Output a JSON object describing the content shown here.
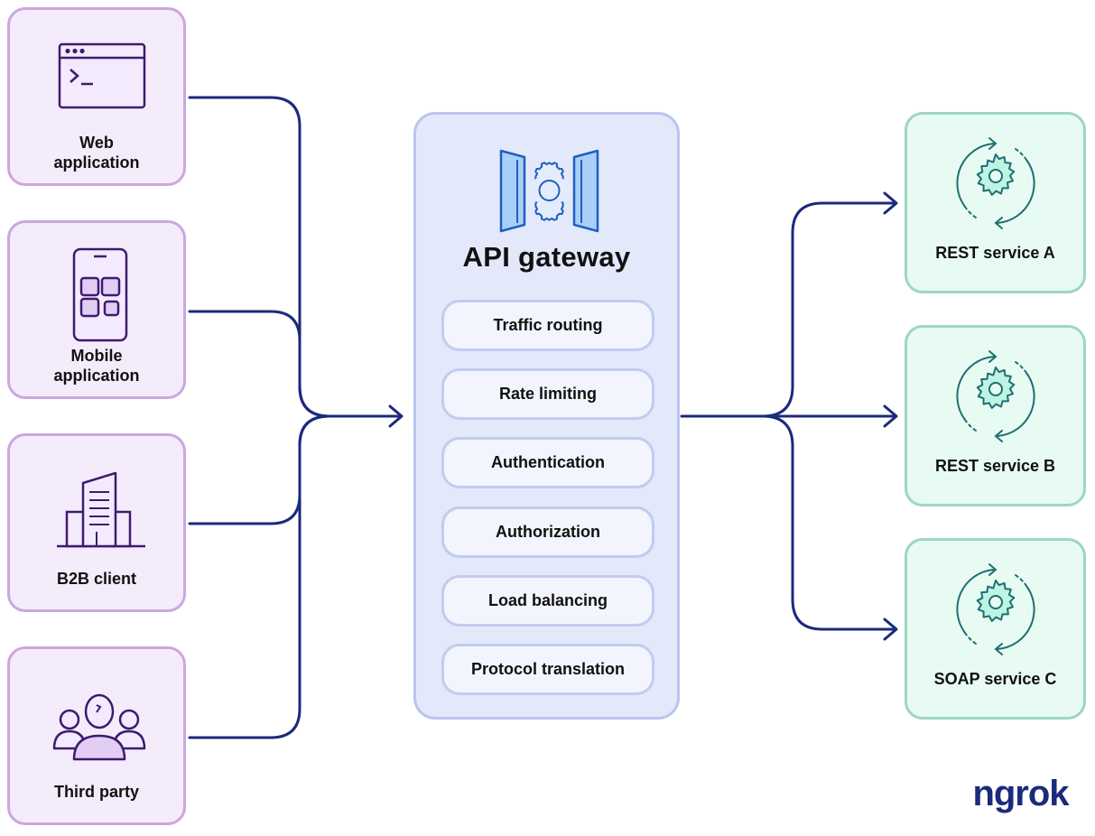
{
  "clients": [
    {
      "label": "Web\napplication",
      "icon": "browser-terminal-icon"
    },
    {
      "label": "Mobile\napplication",
      "icon": "mobile-app-icon"
    },
    {
      "label": "B2B client",
      "icon": "office-building-icon"
    },
    {
      "label": "Third party",
      "icon": "people-group-icon"
    }
  ],
  "gateway": {
    "title": "API gateway",
    "icon": "gateway-gear-icon",
    "features": [
      "Traffic routing",
      "Rate limiting",
      "Authentication",
      "Authorization",
      "Load balancing",
      "Protocol translation"
    ]
  },
  "services": [
    {
      "label": "REST service A",
      "icon": "rotating-gear-icon"
    },
    {
      "label": "REST service B",
      "icon": "rotating-gear-icon"
    },
    {
      "label": "SOAP service C",
      "icon": "rotating-gear-icon"
    }
  ],
  "brand": {
    "logo_text": "ngrok",
    "icon": "ngrok-logo"
  },
  "colors": {
    "connector": "#1b2a7c",
    "client_fill": "#f4ecfb",
    "client_border": "#c9a8de",
    "client_icon": "#3f1a6e",
    "gateway_fill": "#e3e8fb",
    "gateway_border": "#bcc5ee",
    "gateway_icon": "#1f5fbf",
    "service_fill": "#e8fbf3",
    "service_border": "#9fd6c2",
    "service_icon": "#1e6f73",
    "logo": "#1b2a7c"
  }
}
